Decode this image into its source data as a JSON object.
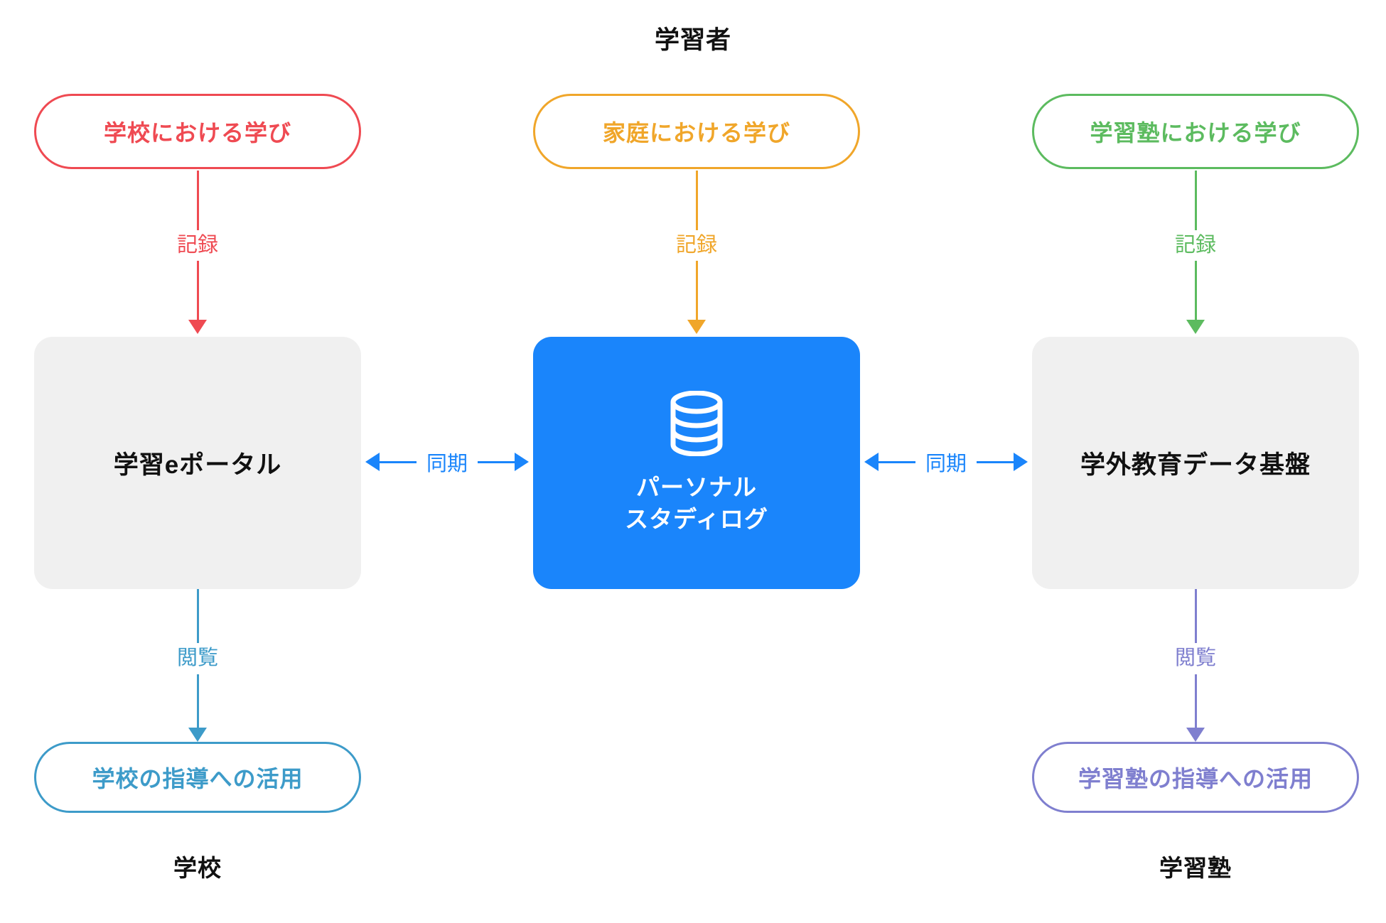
{
  "diagram": {
    "title_top": "学習者",
    "columns": [
      {
        "id": "school",
        "accent": "#ef4a52",
        "source_label": "学校における学び",
        "record_edge": "記録",
        "hub_label": "学習eポータル",
        "view_edge": "閲覧",
        "view_accent": "#3d9bc9",
        "outcome_label": "学校の指導への活用",
        "role_caption": "学校"
      },
      {
        "id": "home",
        "accent": "#f0a62a",
        "source_label": "家庭における学び",
        "record_edge": "記録",
        "hub_label_line1": "パーソナル",
        "hub_label_line2": "スタディログ",
        "hub_icon": "database-icon",
        "hub_bg": "#1a85fb"
      },
      {
        "id": "juku",
        "accent": "#5cbb5f",
        "source_label": "学習塾における学び",
        "record_edge": "記録",
        "hub_label": "学外教育データ基盤",
        "view_edge": "閲覧",
        "view_accent": "#7f7fcf",
        "outcome_label": "学習塾の指導への活用",
        "role_caption": "学習塾"
      }
    ],
    "sync_edges": {
      "label": "同期",
      "accent": "#1a85fb"
    },
    "palette": {
      "card_grey": "#f0f0f0",
      "card_blue": "#1a85fb",
      "text_dark": "#111111",
      "background": "#ffffff"
    }
  }
}
